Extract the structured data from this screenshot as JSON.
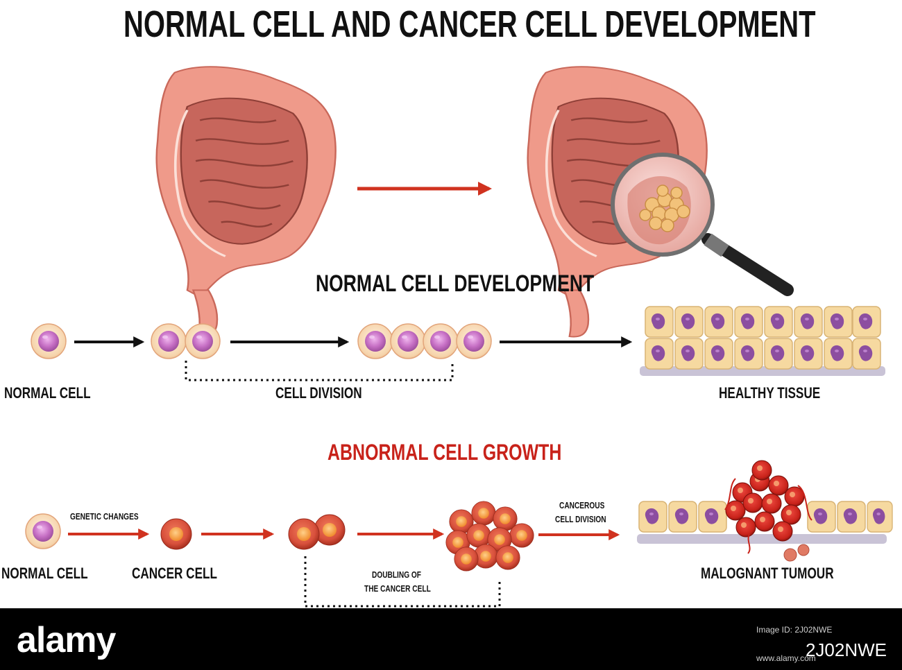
{
  "title": "NORMAL CELL AND CANCER CELL DEVELOPMENT",
  "normal": {
    "heading": "NORMAL CELL DEVELOPMENT",
    "normal_cell": "NORMAL CELL",
    "cell_division": "CELL DIVISION",
    "healthy_tissue": "HEALTHY TISSUE"
  },
  "abnormal": {
    "heading": "ABNORMAL CELL GROWTH",
    "normal_cell": "NORMAL CELL",
    "genetic_changes": "GENETIC CHANGES",
    "cancer_cell": "CANCER CELL",
    "doubling_line1": "DOUBLING OF",
    "doubling_line2": "THE CANCER CELL",
    "cancerous_line1": "CANCEROUS",
    "cancerous_line2": "CELL DIVISION",
    "tumour": "MALOGNANT TUMOUR"
  },
  "footer": {
    "logo": "alamy",
    "image_id": "2J02NWE",
    "credit": "Image ID: 2J02NWE",
    "url": "www.alamy.com"
  },
  "colors": {
    "heading_red": "#c8221a",
    "arrow_red": "#d0321f",
    "intestine": "#e98c7f",
    "cell_outer": "#f6d4ac",
    "cell_nucleus": "#c66fc4",
    "cancer_cell": "#d8503c",
    "tissue_cell": "#f6d9a0",
    "tissue_nucleus": "#8c4ea0"
  }
}
